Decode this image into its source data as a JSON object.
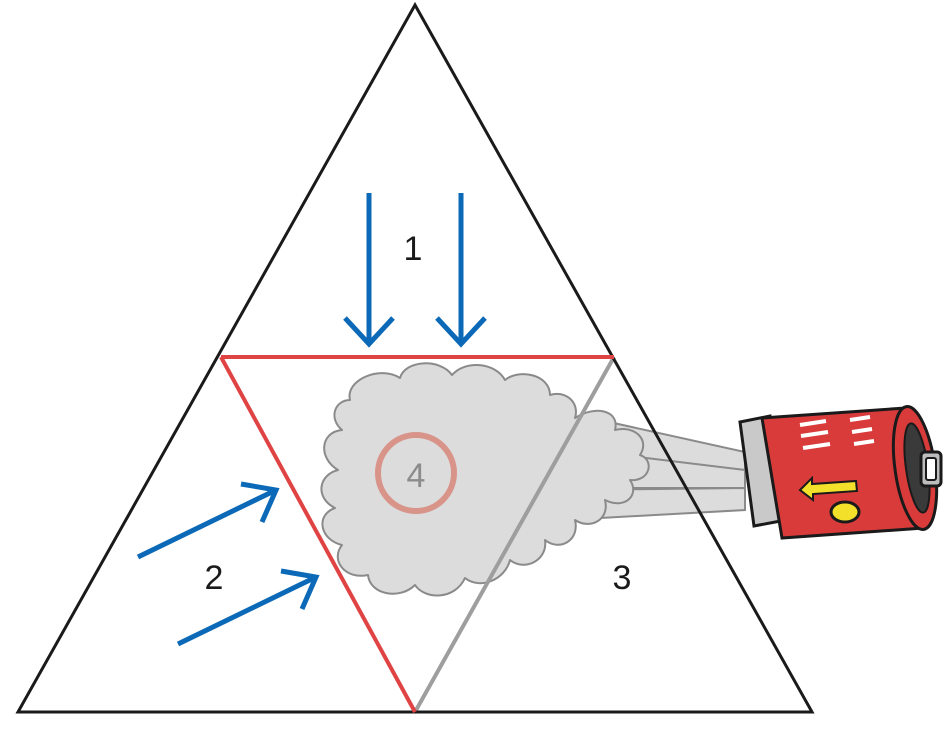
{
  "regions": {
    "region_1": "1",
    "region_2": "2",
    "region_3": "3",
    "region_4": "4"
  },
  "colors": {
    "outline": "#1a1a1a",
    "barrier": "#e04343",
    "arrow": "#0b69b7",
    "smoke": "#dcdcdc",
    "smoke_stroke": "#8a8a8a",
    "extinguisher": "#d93b3b",
    "ring": "#d9948a",
    "indicator_arrow": "#f2e02a"
  },
  "icons": {
    "downward_arrows": "arrow-down-icon",
    "diagonal_arrows": "arrow-up-right-icon",
    "extinguisher": "fire-extinguisher-icon",
    "smoke": "smoke-cloud-icon"
  }
}
